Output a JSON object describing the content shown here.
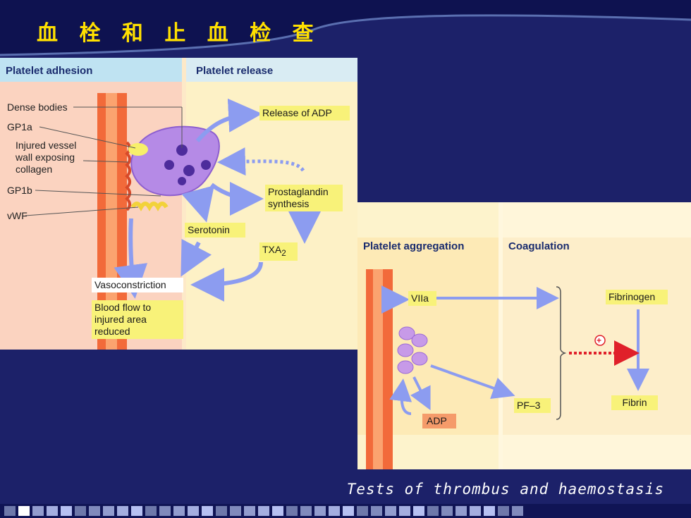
{
  "slide": {
    "title": "血 栓 和 止 血 检 查",
    "caption": "Tests of thrombus and haemostasis"
  },
  "panel1": {
    "header_left": "Platelet adhesion",
    "header_right": "Platelet release",
    "labels": {
      "dense_bodies": "Dense bodies",
      "gp1a": "GP1a",
      "injured_vessel": [
        "Injured vessel",
        "wall exposing",
        "collagen"
      ],
      "gp1b": "GP1b",
      "vwf": "vWF"
    },
    "boxes": {
      "release_adp": "Release of ADP",
      "prostaglandin": [
        "Prostaglandin",
        "synthesis"
      ],
      "serotonin": "Serotonin",
      "txa": "TXA",
      "txa_sub": "2",
      "vasoconstriction": "Vasoconstriction",
      "blood_flow": [
        "Blood flow to",
        "injured area",
        "reduced"
      ]
    }
  },
  "panel2": {
    "header_left": "Platelet aggregation",
    "header_right": "Coagulation",
    "boxes": {
      "viia": "VIIa",
      "fibrinogen": "Fibrinogen",
      "pf3": "PF–3",
      "fibrin": "Fibrin",
      "adp": "ADP",
      "plus": "+"
    }
  },
  "colors": {
    "background": "#1c2169",
    "title": "#ffe000",
    "arrow": "#8c9cf0",
    "yellow_box": "#f8f279",
    "vessel": "#f26a3a",
    "platelet": "#b58ae6"
  }
}
